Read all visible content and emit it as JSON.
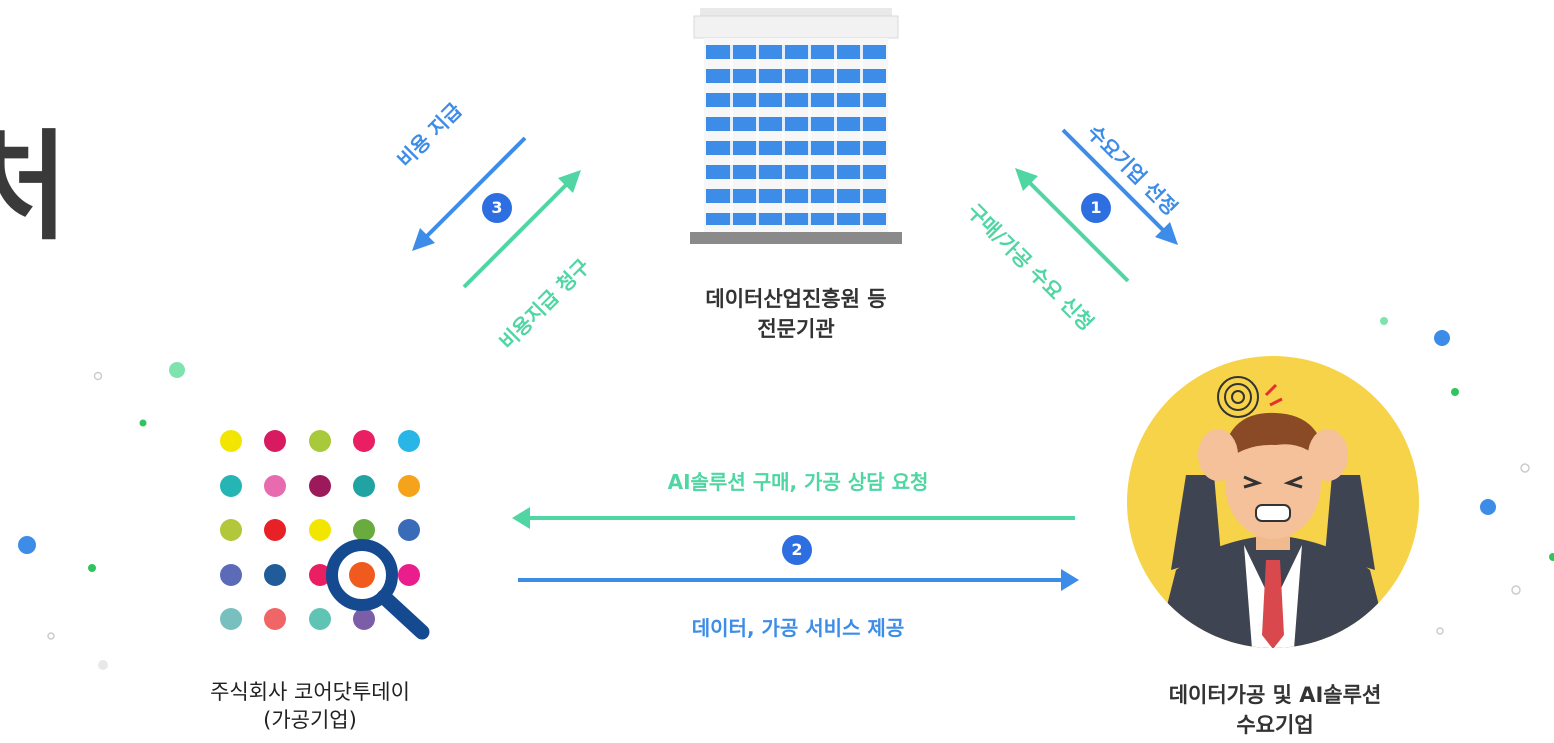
{
  "title_fragment": "처",
  "agency": {
    "line1": "데이터산업진흥원 등",
    "line2": "전문기관"
  },
  "company": {
    "line1": "주식회사 코어닷투데이",
    "line2": "(가공기업)"
  },
  "demand": {
    "line1": "데이터가공 및 AI솔루션",
    "line2": "수요기업"
  },
  "flows": {
    "step1": {
      "number": "1",
      "forward": "수요기업 선정",
      "reverse": "구매/가공 수요 신청"
    },
    "step2": {
      "number": "2",
      "upper": "AI솔루션 구매, 가공 상담 요청",
      "lower": "데이터, 가공 서비스 제공"
    },
    "step3": {
      "number": "3",
      "forward": "비용 지급",
      "reverse": "비용지급 청구"
    }
  },
  "colors": {
    "green": "#4fd6a3",
    "blue": "#3d8de8",
    "badge": "#2d6ee0"
  },
  "icons": [
    "building-icon",
    "data-search-icon",
    "stressed-person-icon"
  ]
}
